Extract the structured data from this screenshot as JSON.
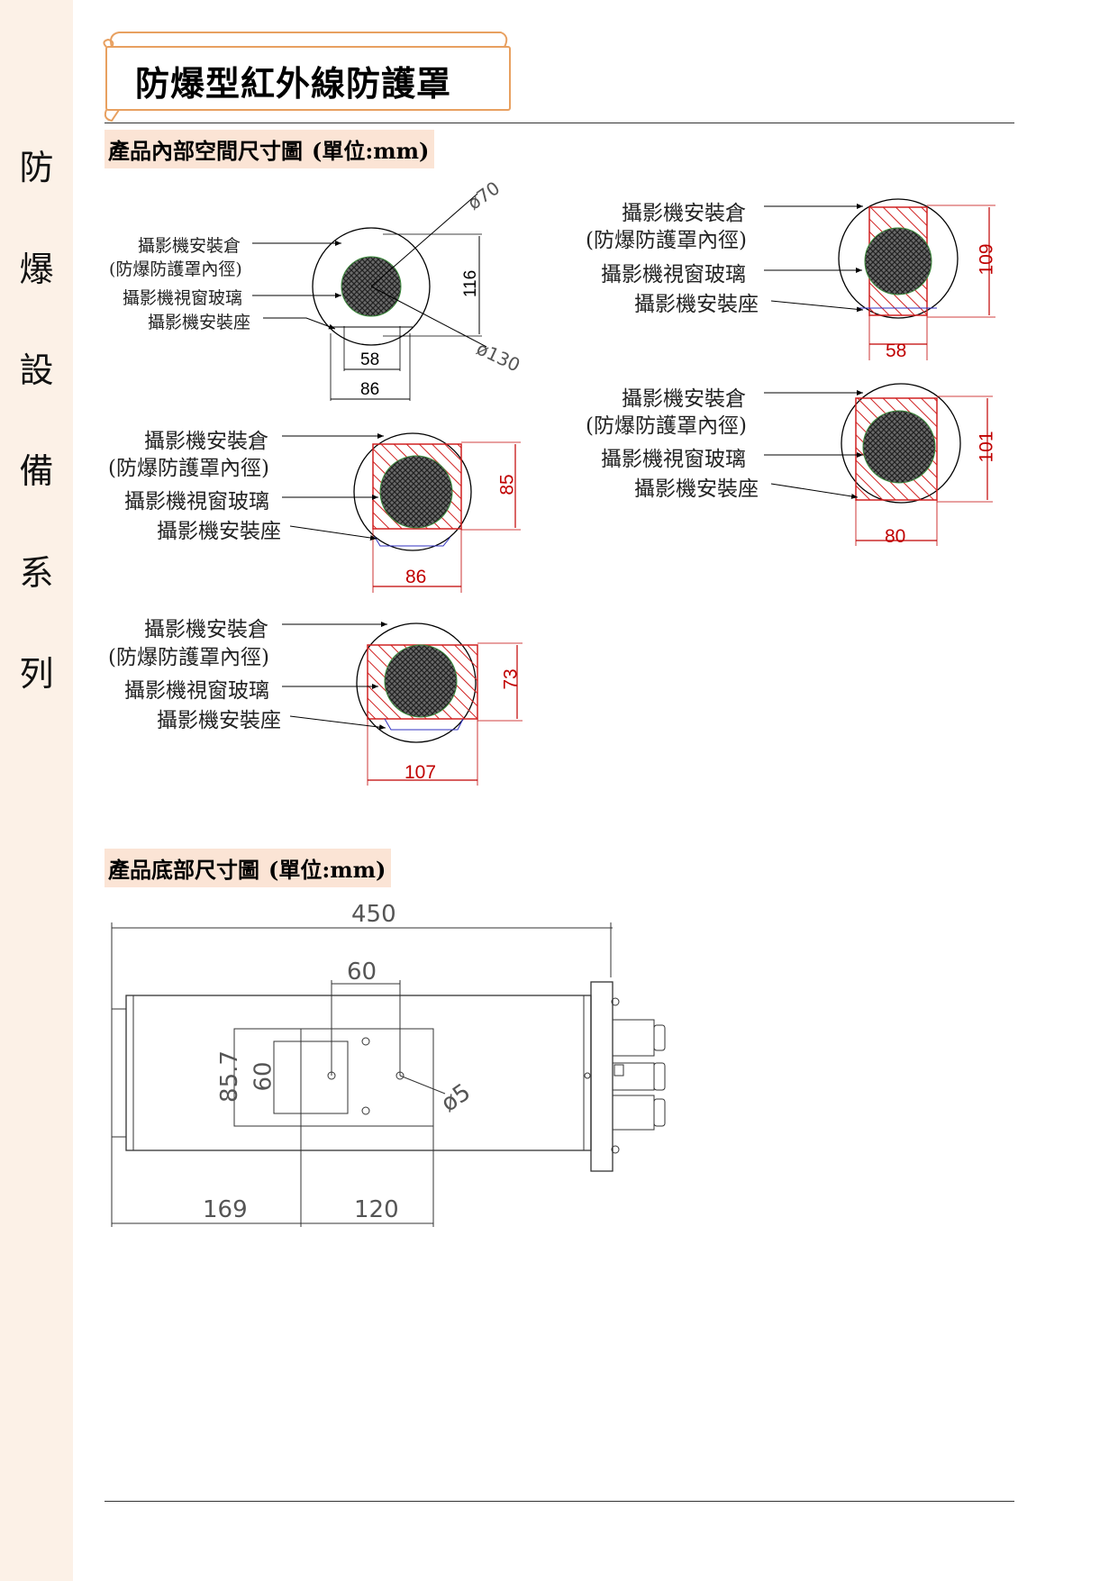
{
  "sidebar": {
    "chars": [
      "防",
      "爆",
      "設",
      "備",
      "系",
      "列"
    ]
  },
  "title": "防爆型紅外線防護罩",
  "section1": {
    "title": "產品內部空間尺寸圖",
    "unit": "(單位:mm)"
  },
  "section2": {
    "title": "產品底部尺寸圖",
    "unit": "(單位:mm)"
  },
  "labels": {
    "housing": "攝影機安裝倉",
    "inner_diameter": "(防爆防護罩內徑)",
    "window_glass": "攝影機視窗玻璃",
    "mount": "攝影機安裝座"
  },
  "fig1": {
    "d_outer": "ø130",
    "d_inner": "ø70",
    "height": "116",
    "w_inner": "58",
    "w_outer": "86"
  },
  "fig2": {
    "height": "109",
    "width": "58"
  },
  "fig3": {
    "height": "85",
    "width": "86"
  },
  "fig4": {
    "height": "101",
    "width": "80"
  },
  "fig5": {
    "height": "73",
    "width": "107"
  },
  "bottom": {
    "length": "450",
    "hole_spacing": "60",
    "h_outer": "85.7",
    "h_inner": "60",
    "hole": "ø5",
    "offset": "169",
    "plate": "120"
  },
  "colors": {
    "sidebar": "#fcf1e7",
    "section_bg": "#fbe4d5",
    "title_border": "#e8a060",
    "dimension": "#c00000",
    "hatch": "#d02020"
  }
}
